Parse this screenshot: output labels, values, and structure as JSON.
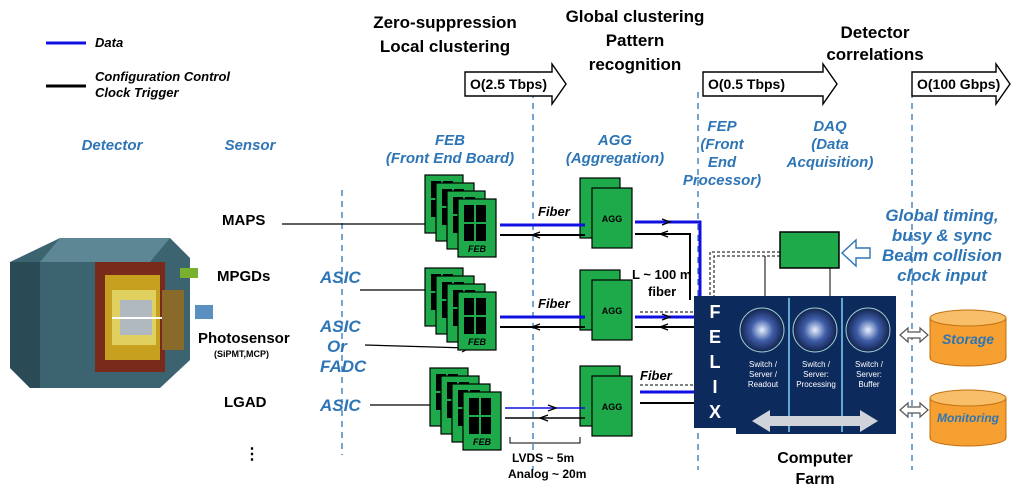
{
  "legend": {
    "data": "Data",
    "control_line1": "Configuration Control",
    "control_line2": "Clock Trigger",
    "data_color": "#1010e0",
    "control_color": "#000000"
  },
  "headers": {
    "zero_suppression": "Zero-suppression",
    "local_clustering": "Local clustering",
    "global_clustering": "Global clustering",
    "pattern": "Pattern",
    "recognition": "recognition",
    "detector": "Detector",
    "correlations": "correlations"
  },
  "rates": [
    "O(2.5 Tbps)",
    "O(0.5 Tbps)",
    "O(100 Gbps)"
  ],
  "columns": {
    "detector": "Detector",
    "sensor": "Sensor",
    "feb": [
      "FEB",
      "(Front End Board)"
    ],
    "agg": [
      "AGG",
      "(Aggregation)"
    ],
    "fep": [
      "FEP",
      "(Front",
      "End",
      "Processor)"
    ],
    "daq": [
      "DAQ",
      "(Data",
      "Acquisition)"
    ]
  },
  "sensors": [
    "MAPS",
    "MPGDs",
    "Photosensor",
    "(SiPMT,MCP)",
    "LGAD",
    "⋮"
  ],
  "asics": [
    "ASIC",
    "ASIC",
    "Or",
    "FADC",
    "ASIC"
  ],
  "board_labels": {
    "feb": "FEB",
    "agg": "AGG"
  },
  "links": {
    "fiber": "Fiber",
    "distance_line1": "L ~ 100 m",
    "distance_line2": "fiber",
    "lvds": "LVDS ~ 5m",
    "analog": "Analog ~ 20m"
  },
  "felix": [
    "F",
    "E",
    "L",
    "I",
    "X"
  ],
  "servers": [
    {
      "line1": "Switch /",
      "line2": "Server /",
      "line3": "Readout"
    },
    {
      "line1": "Switch /",
      "line2": "Server:",
      "line3": "Processing"
    },
    {
      "line1": "Switch /",
      "line2": "Server:",
      "line3": "Buffer"
    }
  ],
  "timing": [
    "Global timing,",
    "busy & sync",
    "Beam collision",
    "clock input"
  ],
  "storage": "Storage",
  "monitoring": "Monitoring",
  "farm": [
    "Computer",
    "Farm"
  ],
  "colors": {
    "accent_blue": "#2e75b6",
    "board_green": "#1ea94a",
    "navy": "#0d2a5c",
    "cylinder": "#f5a030"
  }
}
